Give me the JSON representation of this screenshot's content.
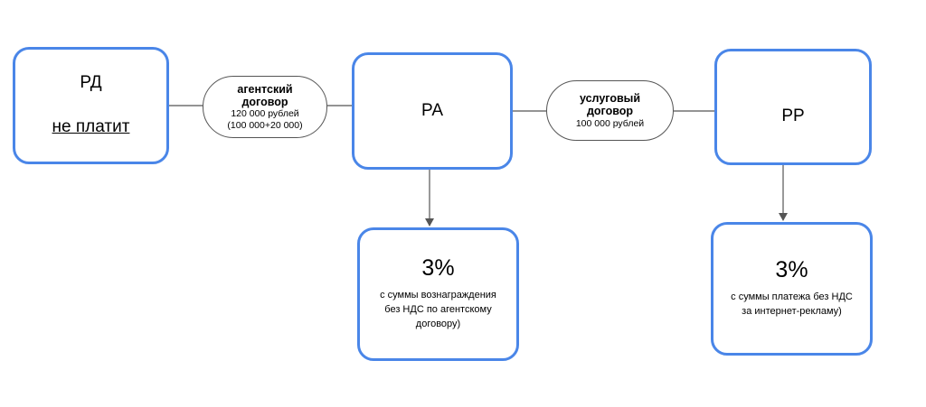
{
  "nodes": {
    "rd": {
      "label": "РД",
      "note": "не платит"
    },
    "ra": {
      "label": "РА"
    },
    "rr": {
      "label": "РР"
    },
    "tax_ra": {
      "percent": "3%",
      "line1": "с суммы вознаграждения",
      "line2": "без НДС по агентскому",
      "line3": "договору)"
    },
    "tax_rr": {
      "percent": "3%",
      "line1": "с суммы платежа без НДС",
      "line2": "за интернет-рекламу)"
    }
  },
  "contracts": {
    "agency": {
      "title_line1": "агентский",
      "title_line2": "договор",
      "amount": "120 000 рублей",
      "detail": "(100 000+20 000)"
    },
    "service": {
      "title_line1": "услуговый",
      "title_line2": "договор",
      "amount": "100 000 рублей"
    }
  },
  "colors": {
    "node_border": "#4a86e8",
    "connector": "#555555"
  }
}
